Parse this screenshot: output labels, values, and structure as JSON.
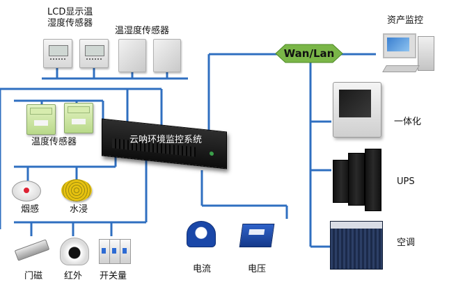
{
  "labels": {
    "lcd_sensor": "LCD显示温\n湿度传感器",
    "temp_humidity_sensor": "温湿度传感器",
    "temp_sensor": "温度传感器",
    "system": "云呐环境监控系统",
    "smoke": "烟感",
    "water": "水浸",
    "door": "门磁",
    "infrared": "红外",
    "switch": "开关量",
    "current": "电流",
    "voltage": "电压",
    "asset": "资产监控",
    "all_in_one": "一体化",
    "ups": "UPS",
    "aircon": "空调",
    "network": "Wan/Lan"
  },
  "colors": {
    "wire": "#2f6fc0",
    "network_node": "#7ab648"
  }
}
